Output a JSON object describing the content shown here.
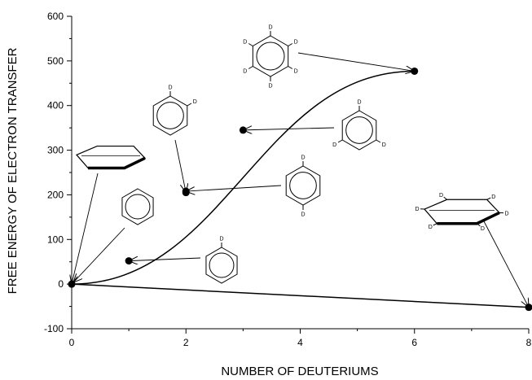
{
  "chart_data": {
    "type": "scatter",
    "title": "",
    "xlabel": "NUMBER OF DEUTERIUMS",
    "ylabel": "FREE ENERGY OF ELECTRON TRANSFER",
    "xlim": [
      0,
      8
    ],
    "ylim": [
      -100,
      600
    ],
    "x_ticks": [
      "0",
      "2",
      "4",
      "6",
      "8"
    ],
    "y_ticks": [
      "-100",
      "0",
      "100",
      "200",
      "300",
      "400",
      "500",
      "600"
    ],
    "grid": false,
    "legend": "none",
    "series": [
      {
        "points": [
          {
            "x": 0,
            "y": 0
          },
          {
            "x": 1,
            "y": 52
          },
          {
            "x": 2,
            "y": 205
          },
          {
            "x": 2,
            "y": 208
          },
          {
            "x": 3,
            "y": 345
          },
          {
            "x": 6,
            "y": 477
          },
          {
            "x": 8,
            "y": -52
          }
        ]
      }
    ],
    "curves": [
      {
        "kind": "sigmoid",
        "from": [
          0,
          0
        ],
        "to": [
          6,
          477
        ]
      },
      {
        "kind": "line",
        "from": [
          0,
          0
        ],
        "to": [
          8,
          -52
        ]
      }
    ],
    "annotations": [
      {
        "label": "D",
        "x": 6,
        "y": 477
      },
      {
        "label": "D",
        "x": 3,
        "y": 345
      },
      {
        "label": "D",
        "x": 2,
        "y": 208
      },
      {
        "label": "D",
        "x": 2,
        "y": 205
      },
      {
        "label": "D",
        "x": 1,
        "y": 52
      },
      {
        "label": "D",
        "x": 8,
        "y": -52
      },
      {
        "label": "",
        "x": 0,
        "y": 0
      }
    ],
    "deuterium_label": "D"
  }
}
